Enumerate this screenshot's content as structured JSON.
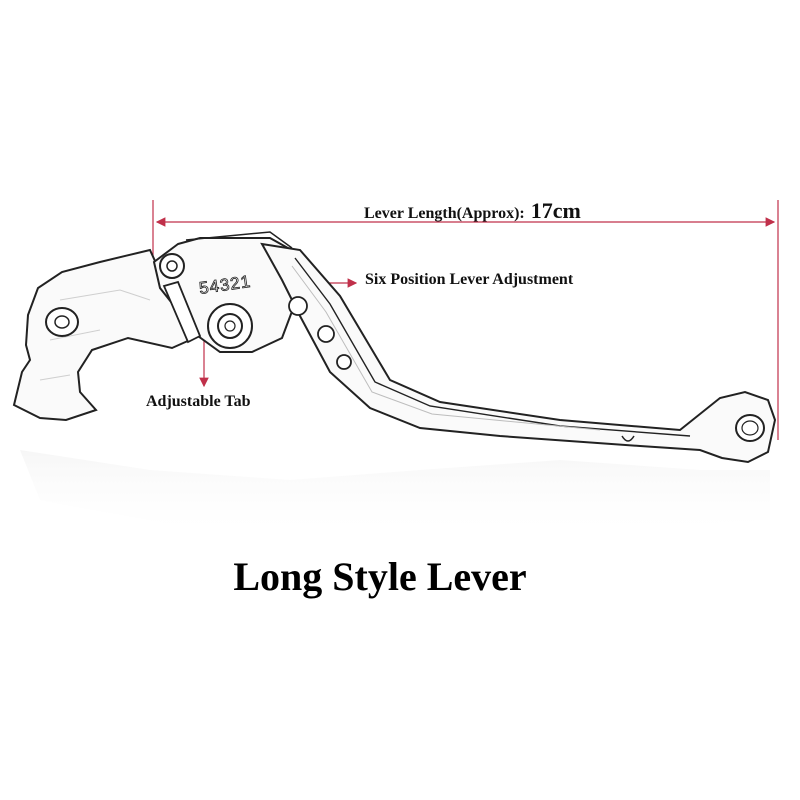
{
  "callouts": {
    "lever_length_label": "Lever Length(Approx):",
    "lever_length_value": "17cm",
    "six_position": "Six Position Lever Adjustment",
    "adjustable_tab": "Adjustable Tab"
  },
  "adjuster_numbers": "54321",
  "title": "Long Style Lever",
  "colors": {
    "dimension_line": "#c0304a",
    "sketch_line": "#222222",
    "background": "#ffffff"
  }
}
